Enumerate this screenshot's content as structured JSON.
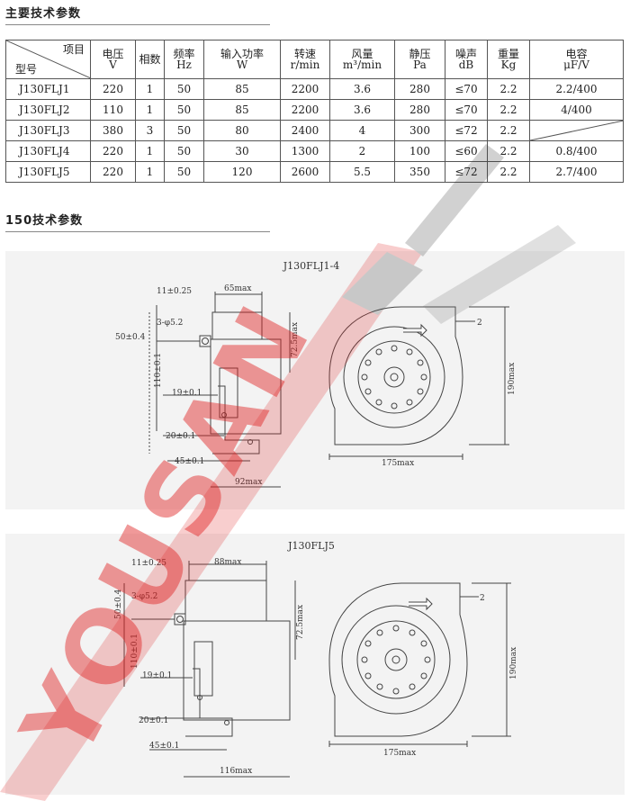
{
  "section1": {
    "title": "主要技术参数"
  },
  "section2": {
    "title": "150技术参数"
  },
  "table": {
    "header_diag_top": "项目",
    "header_diag_bottom": "型号",
    "columns": [
      {
        "top": "电压",
        "bottom": "V"
      },
      {
        "top": "相数",
        "bottom": ""
      },
      {
        "top": "频率",
        "bottom": "Hz"
      },
      {
        "top": "输入功率",
        "bottom": "W"
      },
      {
        "top": "转速",
        "bottom": "r/min"
      },
      {
        "top": "风量",
        "bottom": "m³/min"
      },
      {
        "top": "静压",
        "bottom": "Pa"
      },
      {
        "top": "噪声",
        "bottom": "dB"
      },
      {
        "top": "重量",
        "bottom": "Kg"
      },
      {
        "top": "电容",
        "bottom": "μF/V"
      }
    ],
    "rows": [
      [
        "J130FLJ1",
        "220",
        "1",
        "50",
        "85",
        "2200",
        "3.6",
        "280",
        "≤70",
        "2.2",
        "2.2/400"
      ],
      [
        "J130FLJ2",
        "110",
        "1",
        "50",
        "85",
        "2200",
        "3.6",
        "280",
        "≤70",
        "2.2",
        "4/400"
      ],
      [
        "J130FLJ3",
        "380",
        "3",
        "50",
        "80",
        "2400",
        "4",
        "300",
        "≤72",
        "2.2",
        ""
      ],
      [
        "J130FLJ4",
        "220",
        "1",
        "50",
        "30",
        "1300",
        "2",
        "100",
        "≤60",
        "2.2",
        "0.8/400"
      ],
      [
        "J130FLJ5",
        "220",
        "1",
        "50",
        "120",
        "2600",
        "5.5",
        "350",
        "≤72",
        "2.2",
        "2.7/400"
      ]
    ]
  },
  "drawing1": {
    "title": "J130FLJ1-4",
    "dims": {
      "d11": "11±0.25",
      "d65": "65max",
      "hole": "3-φ5.2",
      "d50": "50±0.4",
      "d110": "110±0.1",
      "d19": "19±0.1",
      "d20": "20±0.1",
      "d45": "45±0.1",
      "dw": "92max",
      "d725": "72.5max",
      "d175": "175max",
      "d190": "190max",
      "d2": "2"
    }
  },
  "drawing2": {
    "title": "J130FLJ5",
    "dims": {
      "d11": "11±0.25",
      "d65": "88max",
      "hole": "3-φ5.2",
      "d50": "50±0.4",
      "d110": "110±0.1",
      "d19": "19±0.1",
      "d20": "20±0.1",
      "d45": "45±0.1",
      "dw": "116max",
      "d725": "72.5max",
      "d175": "175max",
      "d190": "190max",
      "d2": "2"
    }
  },
  "watermark": {
    "text": "YOUSAN",
    "color": "#e02020"
  }
}
